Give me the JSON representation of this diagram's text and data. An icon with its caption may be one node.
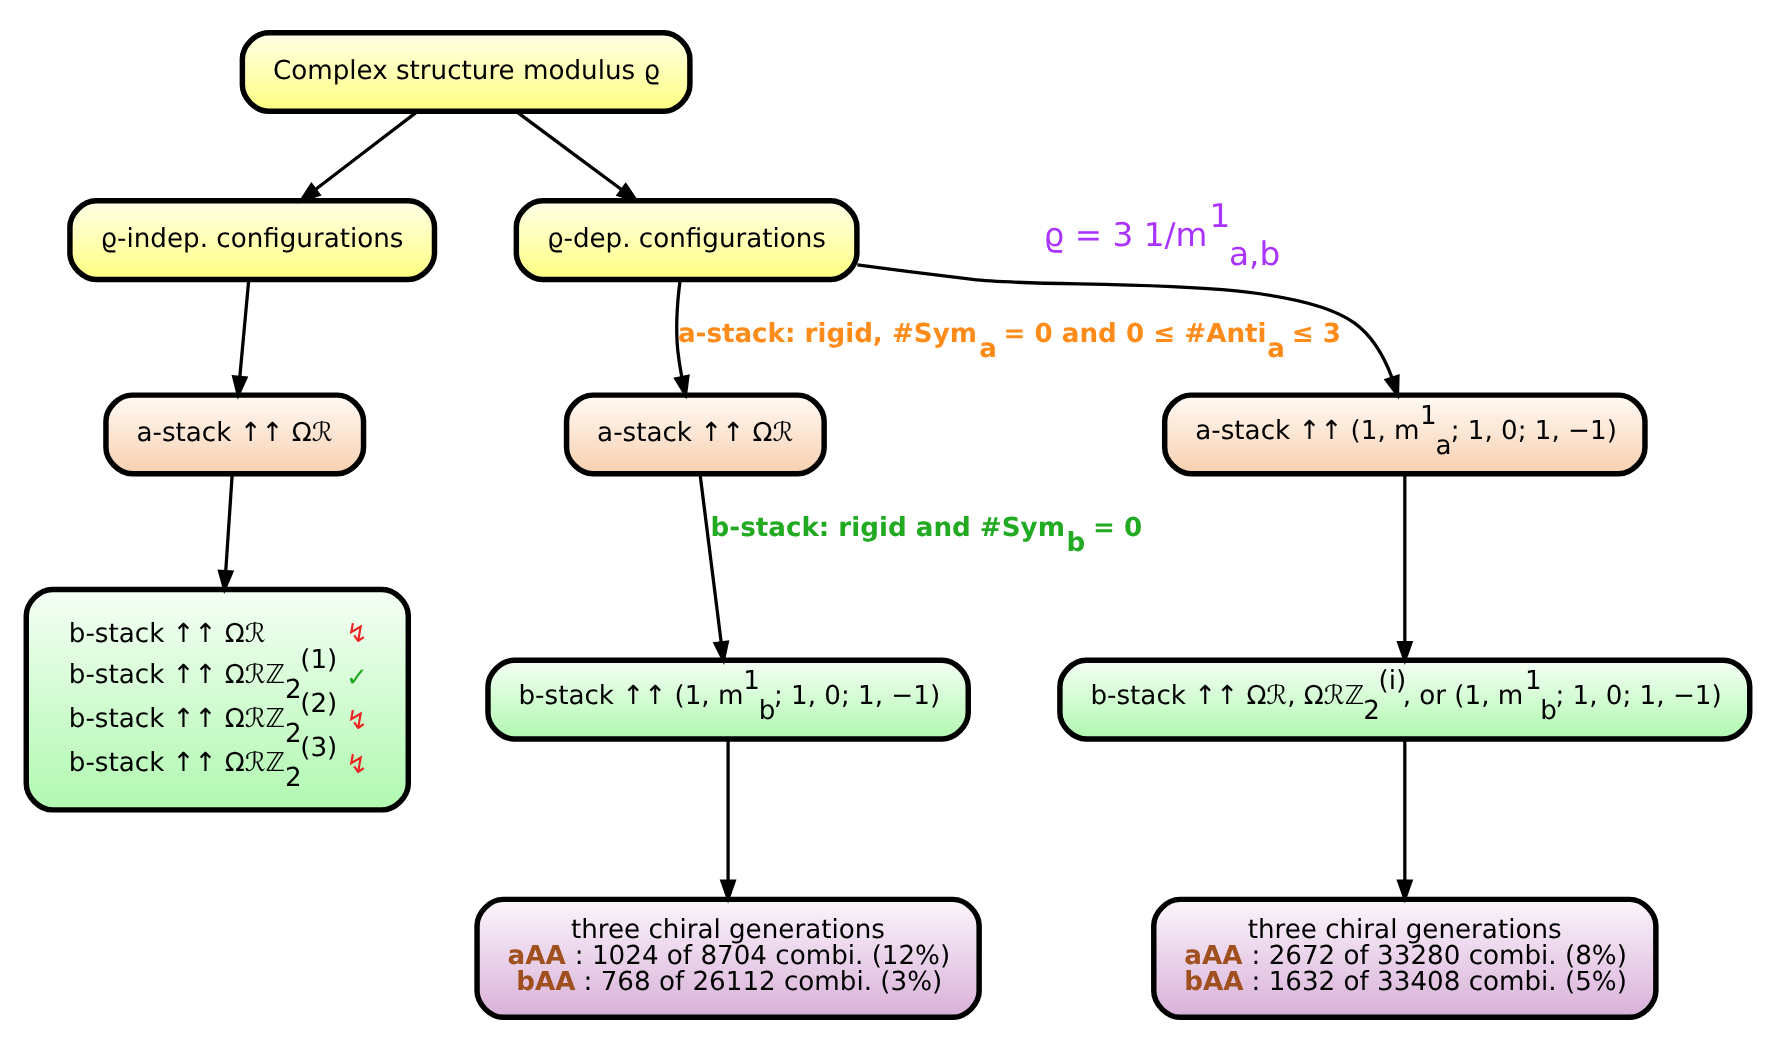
{
  "diagram": {
    "nodes": [
      {
        "text": [
          "Complex structure modulus ϱ"
        ]
      },
      {
        "text": [
          "ϱ-indep. configurations"
        ]
      },
      {
        "text": [
          "ϱ-dep. configurations"
        ]
      },
      {
        "text": [
          "a-stack ↑↑ Ωℛ"
        ]
      },
      {
        "text": [
          "b-stack ↑↑ Ωℛ",
          "↯",
          "b-stack ↑↑ Ωℛℤ$_{2}$$^{(1)}$",
          "✓",
          "b-stack ↑↑ Ωℛℤ$_{2}$$^{(2)}$",
          "↯",
          "b-stack ↑↑ Ωℛℤ$_{2}$$^{(3)}$",
          "↯"
        ]
      },
      {
        "text": [
          "a-stack ↑↑ Ωℛ"
        ]
      },
      {
        "text": [
          "a-stack ↑↑ (1, m$^{1}$$_{a}$; 1, 0; 1, −1)"
        ]
      },
      {
        "text": [
          "b-stack ↑↑ (1, m$^{1}$$_{b}$; 1, 0; 1, −1)"
        ]
      },
      {
        "text": [
          "b-stack ↑↑ Ωℛ, Ωℛℤ$_{2}$$^{(i)}$, or (1, m$^{1}$$_{b}$; 1, 0; 1, −1)"
        ]
      },
      {
        "text": [
          "three chiral generations",
          "**aAA** : 1024 of 8704 combi. (12%)",
          "**bAA** : 768 of 26112 combi. (3%)"
        ]
      },
      {
        "text": [
          "three chiral generations",
          "**aAA** : 2672 of 33280 combi. (8%)",
          "**bAA** : 1632 of 33408 combi. (5%)"
        ]
      }
    ],
    "edges": [
      {
        "from": 0,
        "to": 1,
        "arrow": "to"
      },
      {
        "from": 0,
        "to": 2,
        "arrow": "to"
      },
      {
        "from": 1,
        "to": 3,
        "arrow": "to"
      },
      {
        "from": 3,
        "to": 4,
        "arrow": "to"
      },
      {
        "from": 2,
        "to": 5,
        "arrow": "to",
        "label": "a-stack: rigid, #Sym$_{a}$ = 0 and 0 ≤ #Anti$_{a}$ ≤ 3"
      },
      {
        "from": 2,
        "to": 6,
        "arrow": "to"
      },
      {
        "from": 5,
        "to": 7,
        "arrow": "to",
        "label": "b-stack: rigid and #Sym$_{b}$ = 0"
      },
      {
        "from": 6,
        "to": 8,
        "arrow": "to"
      },
      {
        "from": 7,
        "to": 9,
        "arrow": "to"
      },
      {
        "from": 8,
        "to": 10,
        "arrow": "to"
      }
    ],
    "labels": [
      "ϱ = 3 1/m$^{1}$$_{a,b}$"
    ]
  }
}
